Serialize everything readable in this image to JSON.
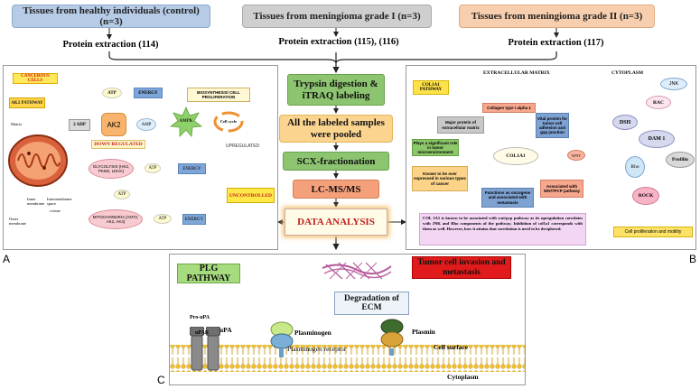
{
  "top": {
    "healthy": "Tissues from healthy individuals (control) (n=3)",
    "grade1": "Tissues from meningioma grade I (n=3)",
    "grade2": "Tissues from meningioma grade II (n=3)",
    "extract_healthy": "Protein extraction (114)",
    "extract_grade1": "Protein extraction (115), (116)",
    "extract_grade2": "Protein extraction (117)"
  },
  "center": {
    "trypsin": "Trypsin digestion & iTRAQ labeling",
    "pooled": "All the labeled samples were pooled",
    "scx": "SCX-fractionation",
    "lcms": "LC-MS/MS",
    "analysis": "DATA ANALYSIS"
  },
  "panel_a": {
    "letter": "A",
    "cancerous": "CANCEROUS CELLS",
    "ak2_pathway": "AK2 PATHWAY",
    "atp_top": "ATP",
    "energy_top": "ENERGY",
    "biosynthesis": "BIOSYNTHESIS/ CELL PROLIFERATION",
    "two_adp": "2 ADP",
    "ak2": "AK2",
    "amp": "AMP",
    "ampk": "AMPK",
    "cell_cycle": "Cell cycle",
    "down_regulated": "DOWN REGULATED",
    "upregulated": "UPREGULATED",
    "matrix": "Matrix",
    "inner_membrane": "Inner membrane",
    "intermembrane": "Intermembrane space",
    "cristae": "cristae",
    "outer_membrane": "Outer membrane",
    "glycolysis": "GLYCOLYSIS (HK2, PKM2, LDHA)",
    "atp_glyco": "ATP",
    "energy_glyco": "ENERGY",
    "atp_mid": "ATP",
    "mitochondria": "MITOCHONDRIA (ANT2, AK2, AK4)",
    "atp_mito": "ATP",
    "energy_mito": "ENERGY",
    "uncontrolled": "UNCONTROLLED"
  },
  "panel_b": {
    "letter": "B",
    "ecm_title": "EXTRACELLULAR MATRIX",
    "cytoplasm_title": "CYTOPLASM",
    "col_pathway": "COL1A1 PATHWAY",
    "collagen": "Collagen type I alpha 1",
    "major": "Major protein of extracellular matrix",
    "vital": "Vital protein for tumor cell adhesion and gap junction",
    "significant": "Plays a significant role in tumor microenvironment",
    "col1a1": "COL1A1",
    "wnt": "WNT",
    "overexpressed": "Known to be over expressed in various types of cancer",
    "oncogene": "Functions as oncogene and associated with metastasis",
    "wnt_pcp": "Associated with WNT/PCP pathway",
    "jnk": "JNK",
    "rac": "RAC",
    "dsh": "DSH",
    "dam1": "DAM 1",
    "rho": "Rho",
    "profilin": "Profilin",
    "rock": "ROCK",
    "description": "COL 1A1 is known to be associated with wnt/pcp pathway as its upregulation correlates with JNK and Rho components of the pathway. Inhibition of col1a1 corresponds with them as well. However, how it attains that correlation is need to be deciphered.",
    "cell_prolif": "Cell proliferation and motility"
  },
  "panel_c": {
    "letter": "C",
    "plg": "PLG PATHWAY",
    "tumor": "Tumor cell invasion and metastasis",
    "degradation": "Degradation of ECM",
    "pro_upa": "Pro-uPA",
    "upar": "uPAR",
    "upa": "uPA",
    "plasminogen": "Plasminogen",
    "plasminogen_receptor": "Plasminogen receptor",
    "plasmin": "Plasmin",
    "cell_surface": "Cell surface",
    "cytoplasm": "Cytoplasm"
  }
}
